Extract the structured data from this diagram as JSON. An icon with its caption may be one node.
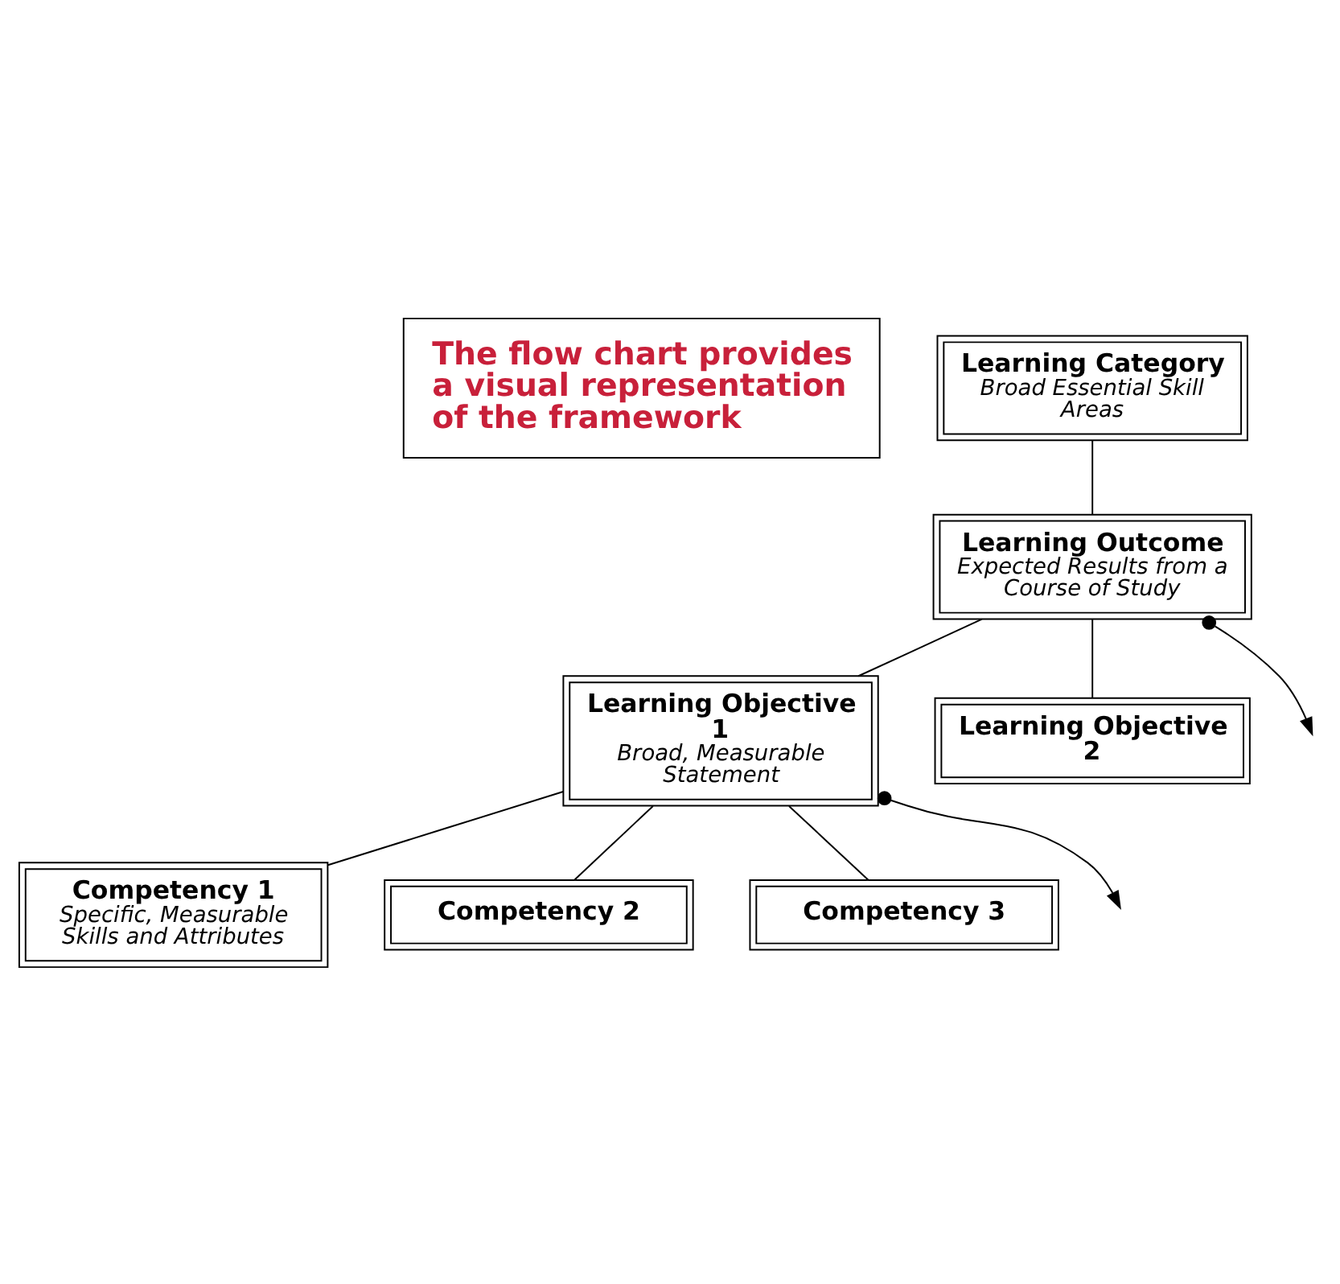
{
  "diagram": {
    "nodes": [
      {
        "text": [
          "The flow chart provides a visual representation of the framework"
        ]
      },
      {
        "text": [
          "Learning Category",
          "Broad Essential Skill Areas"
        ]
      },
      {
        "text": [
          "Learning Outcome",
          "Expected Results from a Course of Study"
        ]
      },
      {
        "text": [
          "Learning Objective 1",
          "Broad, Measurable Statement"
        ]
      },
      {
        "text": [
          "Learning Objective 2"
        ]
      },
      {
        "text": [
          "Competency 1",
          "Specific, Measurable Skills and Attributes"
        ]
      },
      {
        "text": [
          "Competency 2"
        ]
      },
      {
        "text": [
          "Competency 3"
        ]
      }
    ],
    "edges": [
      {
        "from": 1,
        "to": 2,
        "arrow": "none"
      },
      {
        "from": 2,
        "to": 3,
        "arrow": "none"
      },
      {
        "from": 2,
        "to": 4,
        "arrow": "none"
      },
      {
        "from": 2,
        "to": null,
        "arrow": "to"
      },
      {
        "from": 3,
        "to": 5,
        "arrow": "none"
      },
      {
        "from": 3,
        "to": 6,
        "arrow": "none"
      },
      {
        "from": 3,
        "to": 7,
        "arrow": "none"
      },
      {
        "from": 3,
        "to": null,
        "arrow": "to"
      }
    ]
  }
}
